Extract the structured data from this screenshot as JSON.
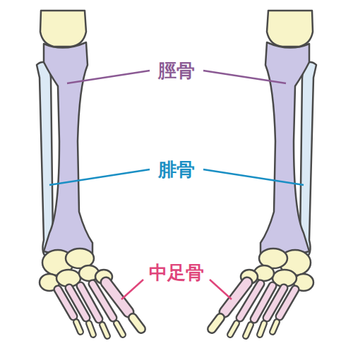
{
  "diagram": {
    "labels": [
      "脛骨",
      "腓骨",
      "中足骨"
    ]
  }
}
